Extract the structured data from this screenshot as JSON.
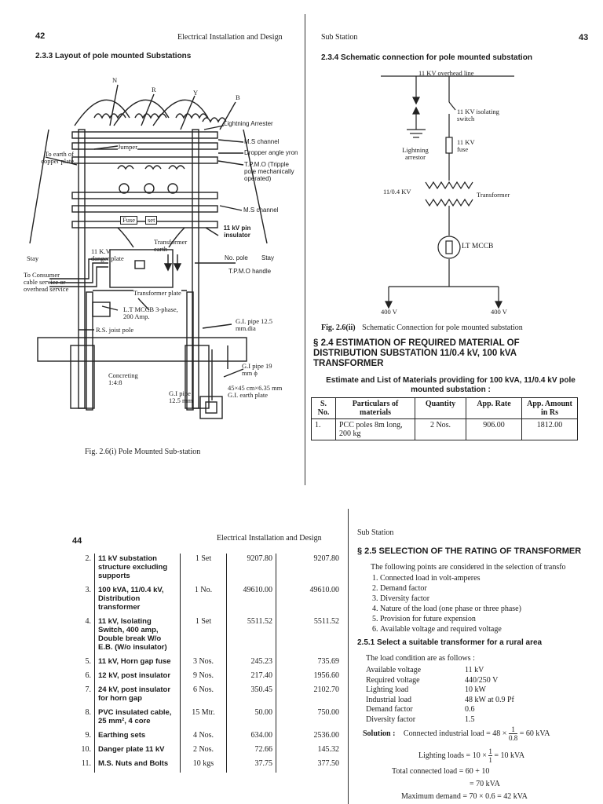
{
  "top_left": {
    "page_number": "42",
    "running_head": "Electrical Installation and Design",
    "section": "2.3.3 Layout of pole mounted Substations",
    "figure_caption": "Fig. 2.6(i)   Pole Mounted Sub-station",
    "labels": {
      "N": "N",
      "R": "R",
      "Y": "Y",
      "B": "B",
      "earth_copper": "To earth of copper plate",
      "lightning_arrester": "Lightning Arrester",
      "jumper": "Jumper",
      "ms_channel_top": "M.S channel",
      "dropper": "Dropper angle yron",
      "tpmo": "T.P.M.O (Tripple pole mechanically operated)",
      "ms_channel_mid": "M.S channel",
      "fuse": "Fuse",
      "set": "set",
      "kv11_pin": "11 kV pin insulator",
      "transformer_earth": "Transformer earth",
      "stay_left": "Stay",
      "danger_plate": "11 K.V danger plate",
      "no_pole": "No. pole",
      "stay_right": "Stay",
      "tpmo_handle": "T.P.M.O handle",
      "consumer": "To Consumer cable service or overhead service",
      "transformer_plate": "Transformer plate",
      "lt_mccb": "L.T MCCB 3-phase, 200 Amp.",
      "rs_joist": "R.S. joist pole",
      "gi_pipe_top": "G.I. pipe 12.5 mm.dia",
      "gi_pipe_19": "G.I pipe 19 mm ϕ",
      "concreting": "Concreting 1:4:8",
      "earth_plate": "45×45 cm×6.35 mm G.I. earth plate",
      "gi_pipe_bottom": "G.I pipe 12.5 mm"
    }
  },
  "top_right": {
    "page_number": "43",
    "running_head": "Sub Station",
    "section": "2.3.4 Schematic connection for pole mounted substation",
    "labels": {
      "overhead": "11 KV overhead line",
      "isolating": "11 KV isolating switch",
      "fuse": "11 KV fuse",
      "arrestor": "Lightning arrestor",
      "kv_ratio": "11/0.4 KV",
      "transformer": "Transformer",
      "mccb": "LT MCCB",
      "v400_left": "400 V",
      "v400_right": "400 V"
    },
    "figure_caption_label": "Fig. 2.6(ii)",
    "figure_caption_text": "Schematic Connection for pole mounted substation",
    "heading_24": "§ 2.4  ESTIMATION OF REQUIRED MATERIAL OF DISTRIBUTION SUBSTATION 11/0.4 kV, 100 kVA TRANSFORMER",
    "estimate_title": "Estimate and List of Materials providing for 100 kVA, 11/0.4 kV pole mounted substation :",
    "table_headers": [
      "S. No.",
      "Particulars of materials",
      "Quantity",
      "App. Rate",
      "App. Amount in Rs"
    ],
    "table_rows": [
      [
        "1.",
        "PCC poles 8m long, 200 kg",
        "2 Nos.",
        "906.00",
        "1812.00"
      ]
    ]
  },
  "bottom_left": {
    "page_number": "44",
    "running_head": "Electrical Installation and Design",
    "table_rows": [
      [
        "2.",
        "11 kV substation structure excluding supports",
        "1 Set",
        "9207.80",
        "9207.80"
      ],
      [
        "3.",
        "100 kVA, 11/0.4 kV, Distribution transformer",
        "1 No.",
        "49610.00",
        "49610.00"
      ],
      [
        "4.",
        "11 kV, Isolating Switch, 400 amp, Double break W/o E.B. (W/o insulator)",
        "1 Set",
        "5511.52",
        "5511.52"
      ],
      [
        "5.",
        "11 kV, Horn gap fuse",
        "3 Nos.",
        "245.23",
        "735.69"
      ],
      [
        "6.",
        "12 kV, post insulator",
        "9 Nos.",
        "217.40",
        "1956.60"
      ],
      [
        "7.",
        "24 kV, post insulator for horn gap",
        "6 Nos.",
        "350.45",
        "2102.70"
      ],
      [
        "8.",
        "PVC insulated cable, 25 mm², 4 core",
        "15 Mtr.",
        "50.00",
        "750.00"
      ],
      [
        "9.",
        "Earthing sets",
        "4 Nos.",
        "634.00",
        "2536.00"
      ],
      [
        "10.",
        "Danger plate 11 kV",
        "2 Nos.",
        "72.66",
        "145.32"
      ],
      [
        "11.",
        "M.S. Nuts and Bolts",
        "10 kgs",
        "37.75",
        "377.50"
      ]
    ]
  },
  "bottom_right": {
    "running_head": "Sub Station",
    "heading_25": "§ 2.5  SELECTION OF THE RATING OF TRANSFORMER",
    "intro": "The following points are considered in the selection of transfo",
    "points": [
      "Connected load in volt-amperes",
      "Demand factor",
      "Diversity factor",
      "Nature of the load (one phase or three phase)",
      "Provision for future expension",
      "Available voltage and required voltage"
    ],
    "heading_251": "2.5.1  Select a suitable transformer for a rural area",
    "load_intro": "The load condition are as follows :",
    "load_conditions": [
      [
        "Available voltage",
        "11 kV"
      ],
      [
        "Required voltage",
        "440/250 V"
      ],
      [
        "Lighting load",
        "10 kW"
      ],
      [
        "Industrial load",
        "48 kW at 0.9 Pf"
      ],
      [
        "Demand factor",
        "0.6"
      ],
      [
        "Diversity factor",
        "1.5"
      ]
    ],
    "solution_label": "Solution :",
    "eq1_pre": "Connected industrial load = 48 ×",
    "eq1_num": "1",
    "eq1_den": "0.8",
    "eq1_post": "= 60 kVA",
    "eq2_pre": "Lighting loads = 10 ×",
    "eq2_num": "1",
    "eq2_den": "1",
    "eq2_post": "= 10 kVA",
    "eq3": "Total connected load = 60 + 10",
    "eq4": "= 70 kVA",
    "eq5": "Maximum demand = 70 × 0.6 = 42 kVA"
  }
}
